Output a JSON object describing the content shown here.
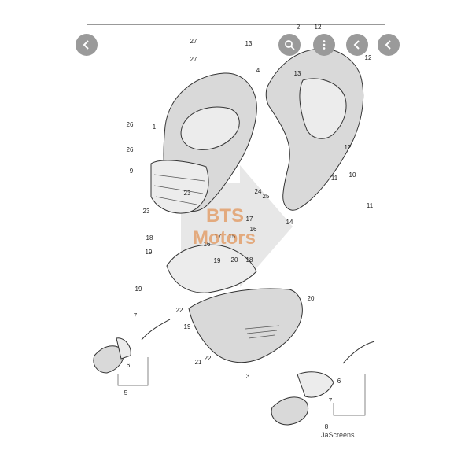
{
  "watermark": {
    "brand_line1": "BTS",
    "brand_line2": "Motors",
    "credit": "JaScreens",
    "brand_color": "#e07a2a"
  },
  "controls": {
    "icons": [
      "chevron-left-icon",
      "search-icon",
      "more-icon",
      "chevron-left-icon",
      "chevron-left-icon"
    ],
    "bg_color": "#9a9a9a"
  },
  "diagram": {
    "callouts": [
      "27",
      "27",
      "13",
      "4",
      "2",
      "12",
      "12",
      "13",
      "1",
      "26",
      "26",
      "12",
      "9",
      "11",
      "10",
      "24",
      "25",
      "23",
      "23",
      "11",
      "17",
      "16",
      "14",
      "18",
      "17",
      "15",
      "16",
      "19",
      "20",
      "19",
      "18",
      "19",
      "20",
      "22",
      "7",
      "19",
      "21",
      "22",
      "6",
      "6",
      "5",
      "3",
      "7",
      "8"
    ]
  }
}
